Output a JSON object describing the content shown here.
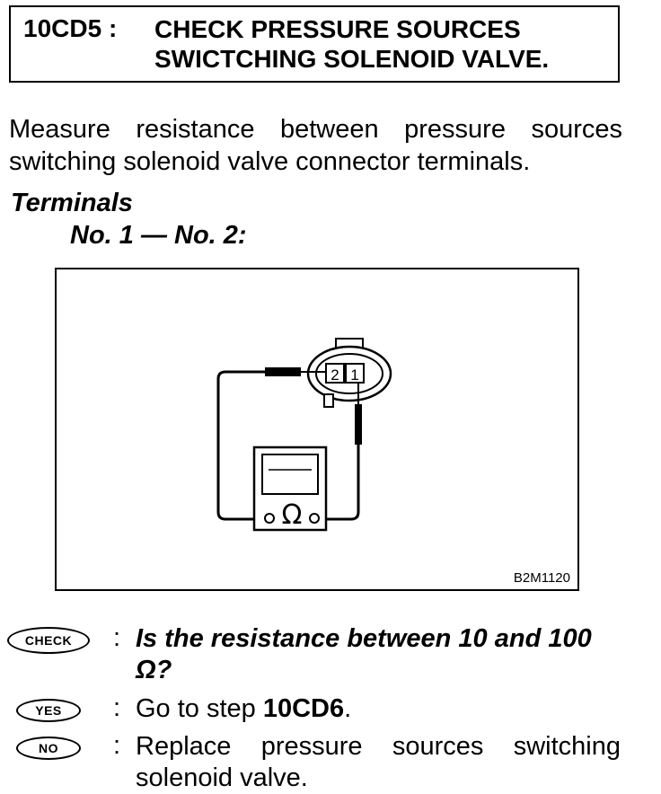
{
  "header": {
    "step_code": "10CD5 :",
    "title_line1": "CHECK PRESSURE SOURCES",
    "title_line2": "SWICTCHING SOLENOID VALVE."
  },
  "intro_text": "Measure resistance between pressure sources switching solenoid valve connector terminals.",
  "terminals": {
    "heading": "Terminals",
    "spec": "No. 1 — No. 2:"
  },
  "figure": {
    "terminal_left": "2",
    "terminal_right": "1",
    "meter_symbol": "Ω",
    "figure_id": "B2M1120"
  },
  "check": {
    "badge": "CHECK",
    "colon": ":",
    "question_line1": "Is the resistance between 10 and 100",
    "question_line2": "Ω?"
  },
  "yes": {
    "badge": "YES",
    "colon": ":",
    "text": "Go to step ",
    "step": "10CD6",
    "period": "."
  },
  "no": {
    "badge": "NO",
    "colon": ":",
    "text": "Replace pressure sources switching solenoid valve."
  }
}
